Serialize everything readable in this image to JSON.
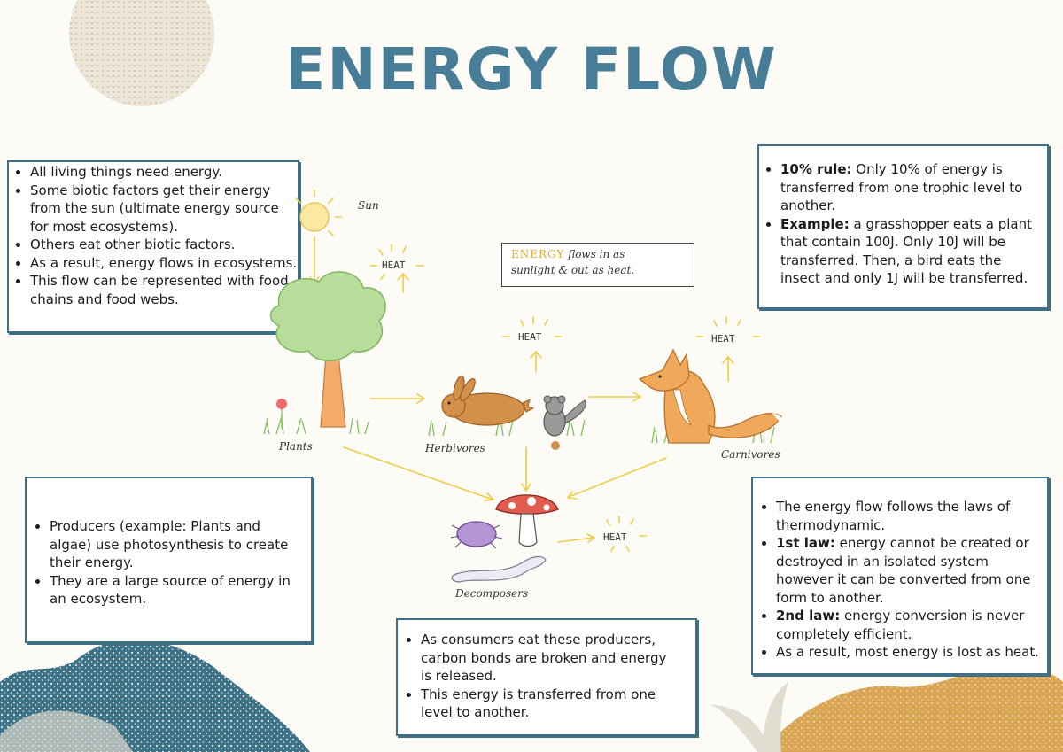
{
  "title": "ENERGY FLOW",
  "note": {
    "highlight": "ENERGY",
    "line1_rest": "flows in as",
    "line2": "sunlight & out as heat."
  },
  "labels": {
    "sun": "Sun",
    "heat": "HEAT",
    "plants": "Plants",
    "herbivores": "Herbivores",
    "carnivores": "Carnivores",
    "decomposers": "Decomposers"
  },
  "boxes": {
    "top_left": [
      "All living things need energy.",
      "Some biotic factors get their energy from the sun (ultimate energy source for most ecosystems).",
      "Others eat other biotic factors.",
      "As a result, energy flows in ecosystems.",
      "This flow can be represented with food chains and food webs."
    ],
    "top_right": [
      {
        "bold": "10% rule:",
        "text": " Only 10% of energy is transferred from one trophic level to another."
      },
      {
        "bold": "Example:",
        "text": " a grasshopper eats a plant that contain 100J. Only 10J will be transferred. Then, a bird eats the insect and only 1J will be transferred."
      }
    ],
    "bottom_left": [
      "Producers (example: Plants and algae) use photosynthesis to create their energy.",
      "They are a large source of energy in an ecosystem."
    ],
    "bottom_middle": [
      "As consumers eat these producers, carbon bonds are broken and energy is released.",
      "This energy is transferred from one level to another."
    ],
    "bottom_right": [
      {
        "bold": "",
        "text": "The energy flow follows the laws of thermodynamic."
      },
      {
        "bold": "1st law:",
        "text": " energy cannot be created or destroyed in an isolated system however it can be converted from one form to another."
      },
      {
        "bold": "2nd law:",
        "text": " energy conversion is never completely efficient."
      },
      {
        "bold": "",
        "text": "As a result, most energy is lost as heat."
      }
    ]
  },
  "colors": {
    "title": "#477d96",
    "border": "#3f6f84",
    "arrow": "#f0cd4a",
    "sun": "#fbe9a2"
  }
}
